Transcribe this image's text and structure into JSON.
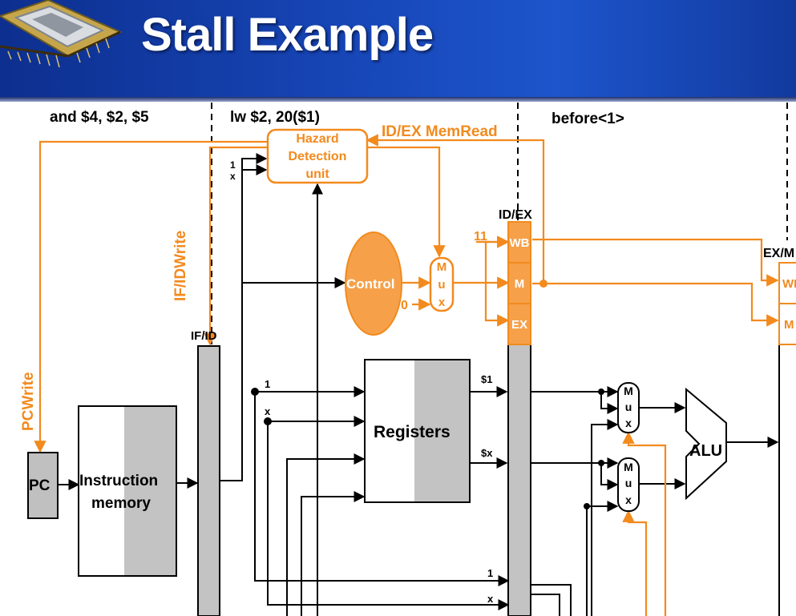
{
  "slide": {
    "title": "Stall Example"
  },
  "instructions": {
    "stage_if": "and $4, $2, $5",
    "stage_id": "lw $2, 20($1)",
    "stage_ex": "before<1>"
  },
  "pipeline_registers": {
    "if_id": "IF/ID",
    "id_ex": "ID/EX",
    "ex_mem": "EX/M"
  },
  "hazard_unit": {
    "line1": "Hazard",
    "line2": "Detection",
    "line3": "unit"
  },
  "signals": {
    "id_ex_memread": "ID/EX MemRead",
    "if_id_write": "IF/IDWrite",
    "pc_write": "PCWrite",
    "control_eleven": "11",
    "control_zero": "0",
    "hazard_mux_one": "1",
    "hazard_mux_x": "x"
  },
  "blocks": {
    "pc": "PC",
    "instruction_memory_1": "Instruction",
    "instruction_memory_2": "memory",
    "control": "Control",
    "registers": "Registers",
    "alu": "ALU"
  },
  "field_labels": {
    "wb": "WB",
    "m": "M",
    "ex": "EX",
    "mux_m": "M",
    "mux_u": "u",
    "mux_x": "x"
  },
  "register_values": {
    "read1_in": "1",
    "read2_in": "x",
    "data1_out": "$1",
    "data2_out": "$x",
    "bottom_one": "1",
    "bottom_x": "x"
  },
  "colors": {
    "header_blue": "#1747b8",
    "hazard_orange": "#f28a1e",
    "control_fill": "#f6a14a",
    "register_gray": "#c3c3c3"
  }
}
